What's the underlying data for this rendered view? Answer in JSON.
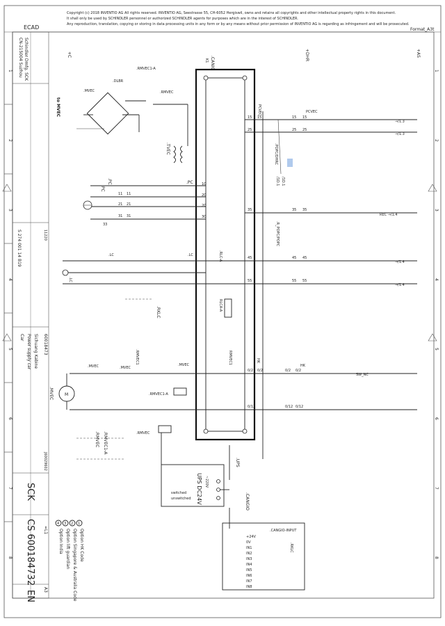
{
  "header": {
    "system_label": "ECAD",
    "format_label": "Format_A3t",
    "copyright_lines": [
      "Copyright (c) 2018 INVENTIO AG All rights reserved. INVENTIO AG, Seestrasse 55, CH-6052 Hergiswil, owns and retains all copyrights and other intellectual property rights in this document.",
      "It shall only be used by SCHINDLER personnel or authorized SCHINDLER agents for purposes which are in the interest of SCHINDLER.",
      "Any reproduction, translation, copying or storing in data processing units in any form or by any means without prior permission of INVENTIO AG is regarding as infringement and will be prosecuted."
    ]
  },
  "columns": [
    "1",
    "2",
    "3",
    "4",
    "5",
    "6",
    "7",
    "8"
  ],
  "rails": {
    "plus_c": "+C",
    "to_mvec": "to MVEC",
    "canic": ".CANIC",
    "canic_sub": "K1",
    "dhr": "+DHR",
    "as": "+AS"
  },
  "components": {
    "dlbr": ".DLBR",
    "rmvec1a": ".RMVEC1-A",
    "rmvec": ".RMVEC",
    "tvec": ".TVEC",
    "pc": ".PC",
    "lc": ".LC",
    "rkl_c": ".RKLC",
    "rlca": ".RLC-A",
    "rmvec1": ".RMVEC1",
    "mvec_motor": ".MVEC",
    "motor_symbol": "M",
    "ups_label": ".UPS",
    "ups_box_title": "UPS DC24V",
    "ups_voltage": "~220V",
    "ups_switched": "switched",
    "ups_unswitched": "unswitched",
    "cangio": ".CANGIO",
    "cangio_input": ".CANGIO-INPUT",
    "pcvec": "PCVEC",
    "ref_rt13a": "→/1.3",
    "ref_rt13b": "→/1.3",
    "ref_rt14a": "REC →/1.4",
    "ref_rt14b": "→/1.4",
    "ref_rt14c": "→/1.4",
    "ref_hk": "HK",
    "ref_sw_nc": "SW_NC",
    "ref_101": "/1D.1",
    "ref_101b": "/1D.1"
  },
  "cangio_inputs": [
    "+24V",
    "0V",
    "IN1",
    "IN2",
    "IN3",
    "IN4",
    "IN5",
    "IN6",
    "IN7",
    "IN8"
  ],
  "options": [
    {
      "num": "1",
      "text": "Option HK Code"
    },
    {
      "num": "2",
      "text": "Option Singapore & Australia Code"
    },
    {
      "num": "3",
      "text": "Option lift guardian"
    },
    {
      "num": "4",
      "text": "Option India"
    }
  ],
  "title_block": {
    "company": "Schindler Dmfg. SCK",
    "location": "CN-215004 Suzhou",
    "description_1": "Sichuang Kabine",
    "description_2": "Power supply car",
    "description_3": "Car",
    "drawing_ref": "S 274 001 14 B19",
    "order_no": "60018473",
    "doc_prefix": "SCK",
    "doc_code": "CS 60018473",
    "sheet_index": "2",
    "language": "EN",
    "sheet_size": "A3",
    "page_label": "=L1",
    "stamp": "J60029602",
    "rev_no": "11220"
  }
}
